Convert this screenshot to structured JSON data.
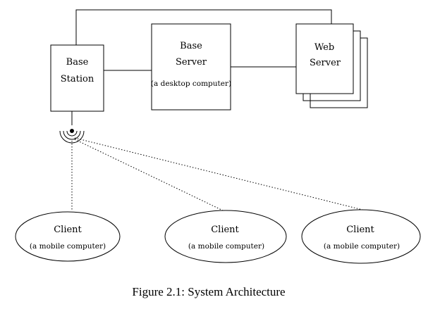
{
  "nodes": {
    "base_station": {
      "line1": "Base",
      "line2": "Station"
    },
    "base_server": {
      "line1": "Base",
      "line2": "Server",
      "sub": "(a desktop computer)"
    },
    "web_server": {
      "line1": "Web",
      "line2": "Server"
    },
    "clients": [
      {
        "label": "Client",
        "sub": "(a mobile computer)"
      },
      {
        "label": "Client",
        "sub": "(a mobile computer)"
      },
      {
        "label": "Client",
        "sub": "(a mobile computer)"
      }
    ]
  },
  "caption": "Figure 2.1: System Architecture",
  "colors": {
    "stroke": "#000000",
    "background": "#ffffff"
  }
}
